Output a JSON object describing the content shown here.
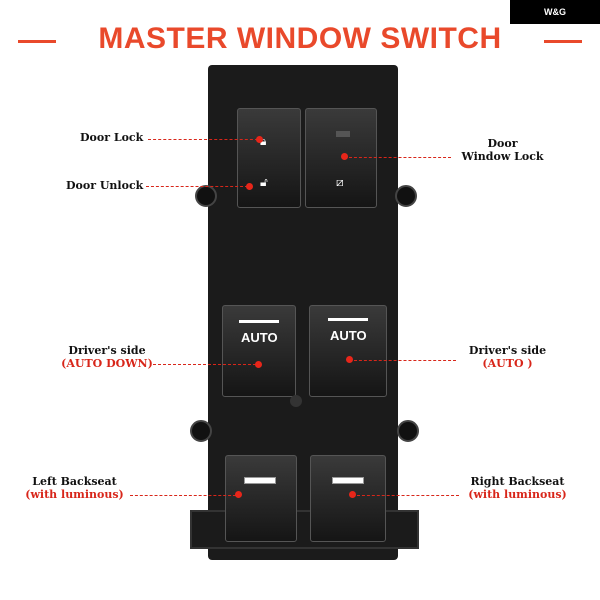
{
  "title": "MASTER WINDOW SWITCH",
  "brand": "W&G",
  "switches": {
    "auto_left": "AUTO",
    "auto_right": "AUTO"
  },
  "labels": {
    "door_lock": "Door Lock",
    "door_unlock": "Door Unlock",
    "window_lock_1": "Door",
    "window_lock_2": "Window Lock",
    "driver_left_1": "Driver's side",
    "driver_left_2": "(AUTO DOWN)",
    "driver_right_1": "Driver's side",
    "driver_right_2": "(AUTO )",
    "left_back_1": "Left Backseat",
    "left_back_2": "(with luminous)",
    "right_back_1": "Right Backseat",
    "right_back_2": "(with luminous)"
  },
  "colors": {
    "accent": "#e9492b",
    "annotation": "#d8261a"
  }
}
